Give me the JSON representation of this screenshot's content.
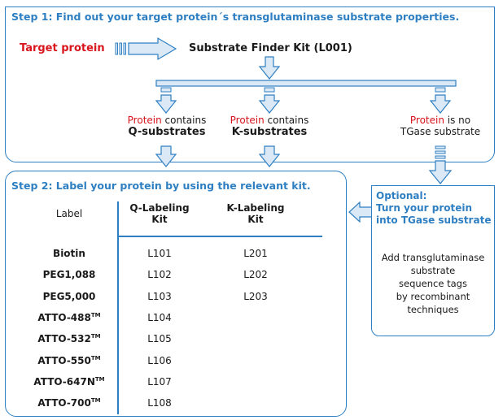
{
  "step1": {
    "title": "Step 1: Find out your target protein´s transglutaminase substrate properties.",
    "target_label": "Target protein",
    "kit_label": "Substrate Finder Kit (L001)",
    "outcomes": [
      {
        "red": "Protein",
        "rest": " contains",
        "bold": "Q-substrates"
      },
      {
        "red": "Protein",
        "rest": " contains",
        "bold": "K-substrates"
      },
      {
        "red": "Protein",
        "rest": " is no",
        "line2": "TGase substrate"
      }
    ]
  },
  "step2": {
    "title": "Step 2: Label your protein by using the relevant kit.",
    "headers": {
      "label": "Label",
      "q": "Q-Labeling Kit",
      "k": "K-Labeling Kit"
    },
    "rows": [
      {
        "label": "Biotin",
        "tm": "",
        "q": "L101",
        "k": "L201"
      },
      {
        "label": "PEG1,088",
        "tm": "",
        "q": "L102",
        "k": "L202"
      },
      {
        "label": "PEG5,000",
        "tm": "",
        "q": "L103",
        "k": "L203"
      },
      {
        "label": "ATTO-488",
        "tm": "TM",
        "q": "L104",
        "k": ""
      },
      {
        "label": "ATTO-532",
        "tm": "TM",
        "q": "L105",
        "k": ""
      },
      {
        "label": "ATTO-550",
        "tm": "TM",
        "q": "L106",
        "k": ""
      },
      {
        "label": "ATTO-647N",
        "tm": "TM",
        "q": "L107",
        "k": ""
      },
      {
        "label": "ATTO-700",
        "tm": "TM",
        "q": "L108",
        "k": ""
      }
    ]
  },
  "optional": {
    "title_line1": "Optional:",
    "title_line2": "Turn your protein",
    "title_line3": "into TGase substrate",
    "body": [
      "Add transglutaminase",
      "substrate",
      "sequence tags",
      "by recombinant",
      "techniques"
    ]
  },
  "colors": {
    "accent": "#2e7fc2",
    "red": "#d9141c",
    "arrow_fill": "#dbe9f7"
  }
}
